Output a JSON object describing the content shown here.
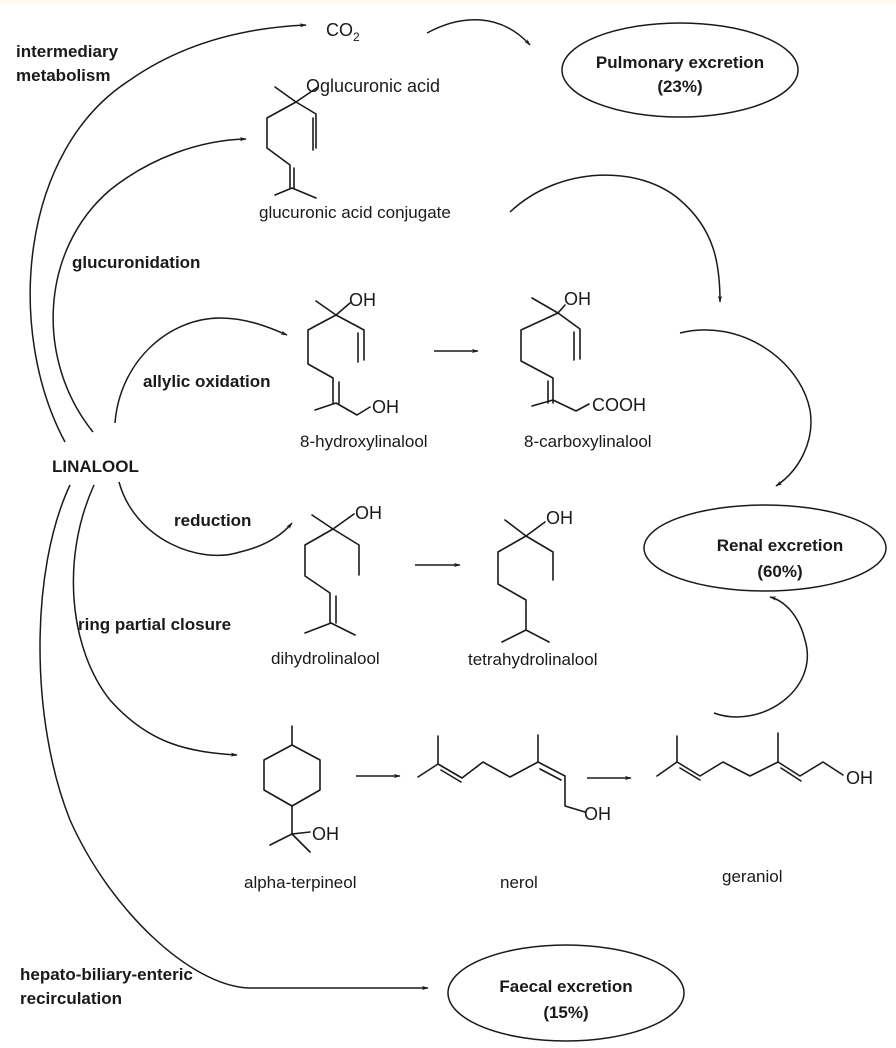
{
  "title": "Linalool metabolism and excretion pathways",
  "central_compound": "LINALOOL",
  "pathways": [
    {
      "label_line1": "intermediary",
      "label_line2": "metabolism"
    },
    {
      "label": "glucuronidation"
    },
    {
      "label": "allylic oxidation"
    },
    {
      "label": "reduction"
    },
    {
      "label": "ring partial closure"
    },
    {
      "label_line1": "hepato-biliary-enteric",
      "label_line2": "recirculation"
    }
  ],
  "compounds": {
    "co2": {
      "main": "CO",
      "sub": "2"
    },
    "glucuronide": {
      "substituent": "Oglucuronic acid",
      "name": "glucuronic acid conjugate"
    },
    "hydroxylinalool": {
      "substituent_top": "OH",
      "substituent_bottom": "OH",
      "name": "8-hydroxylinalool"
    },
    "carboxylinalool": {
      "substituent_top": "OH",
      "substituent_bottom": "COOH",
      "name": "8-carboxylinalool"
    },
    "dihydrolinalool": {
      "substituent": "OH",
      "name": "dihydrolinalool"
    },
    "tetrahydrolinalool": {
      "substituent": "OH",
      "name": "tetrahydrolinalool"
    },
    "terpineol": {
      "substituent": "OH",
      "name": "alpha-terpineol"
    },
    "nerol": {
      "substituent": "OH",
      "name": "nerol"
    },
    "geraniol": {
      "substituent": "OH",
      "name": "geraniol"
    }
  },
  "excretion": {
    "pulmonary": {
      "label": "Pulmonary excretion",
      "percent": "(23%)",
      "value": 23
    },
    "renal": {
      "label": "Renal excretion",
      "percent": "(60%)",
      "value": 60
    },
    "faecal": {
      "label": "Faecal excretion",
      "percent": "(15%)",
      "value": 15
    }
  }
}
